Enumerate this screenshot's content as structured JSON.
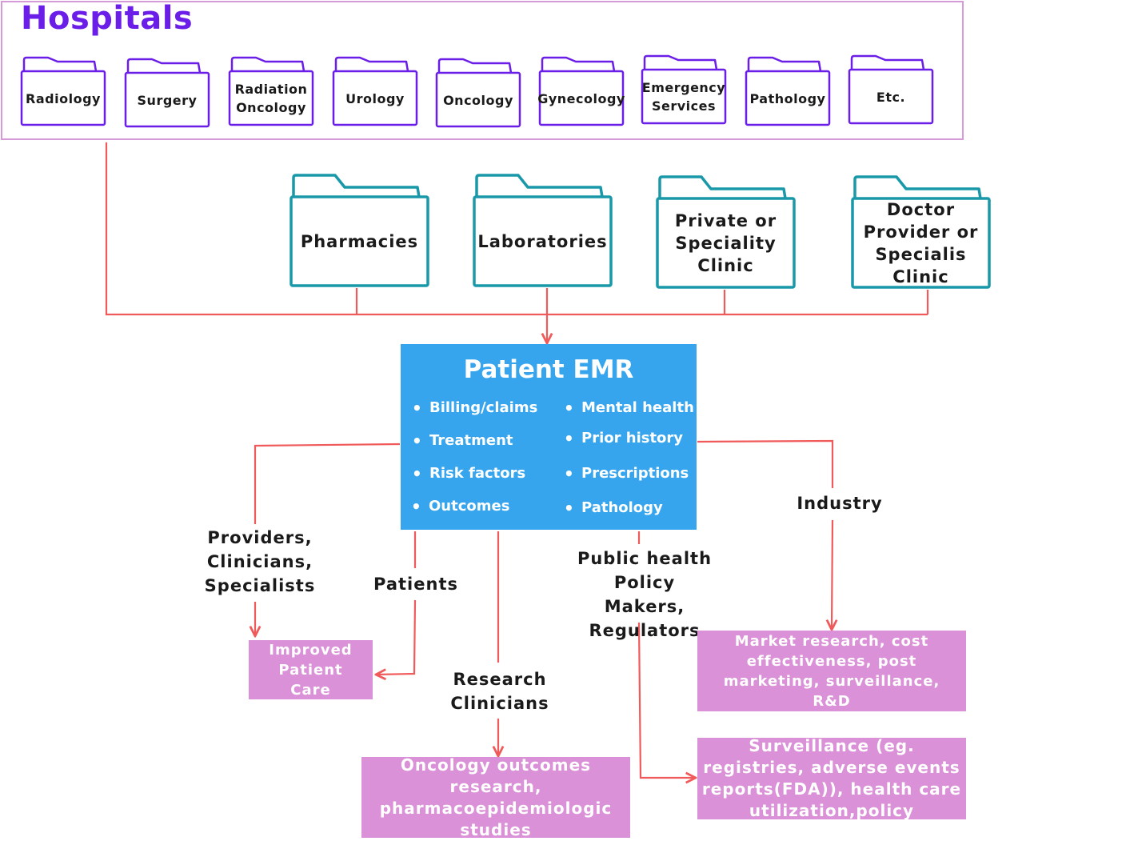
{
  "hospitals": {
    "title": "Hospitals",
    "departments": [
      {
        "label": "Radiology"
      },
      {
        "label": "Surgery"
      },
      {
        "label": "Radiation Oncology"
      },
      {
        "label": "Urology"
      },
      {
        "label": "Oncology"
      },
      {
        "label": "Gynecology"
      },
      {
        "label": "Emergency Services"
      },
      {
        "label": "Pathology"
      },
      {
        "label": "Etc."
      }
    ]
  },
  "providers": [
    {
      "label": "Pharmacies"
    },
    {
      "label": "Laboratories"
    },
    {
      "label": "Private or Speciality Clinic"
    },
    {
      "label": "Doctor Provider or Specialis Clinic"
    }
  ],
  "emr": {
    "title": "Patient EMR",
    "left_items": [
      "Billing/claims",
      "Treatment",
      "Risk factors",
      "Outcomes"
    ],
    "right_items": [
      "Mental health",
      "Prior history",
      "Prescriptions",
      "Pathology"
    ]
  },
  "stakeholders": {
    "providers": "Providers, Clinicians, Specialists",
    "patients": "Patients",
    "research": "Research Clinicians",
    "public_health": "Public health Policy Makers, Regulators",
    "industry": "Industry"
  },
  "outcomes": {
    "patient_care": "Improved Patient Care",
    "oncology_research": "Oncology outcomes research, pharmacoepidemiologic studies",
    "market_research": "Market research, cost effectiveness, post marketing, surveillance, R&D",
    "surveillance": "Surveillance (eg. registries, adverse events reports(FDA)), health care utilization,policy"
  },
  "colors": {
    "hospital_frame": "#d79ad8",
    "hospital_title": "#6a1ee8",
    "department_folder": "#6a1ee8",
    "provider_folder": "#1898a8",
    "emr_box": "#36a5ee",
    "outcome_box": "#da91d7",
    "connector": "#f05a5a"
  }
}
